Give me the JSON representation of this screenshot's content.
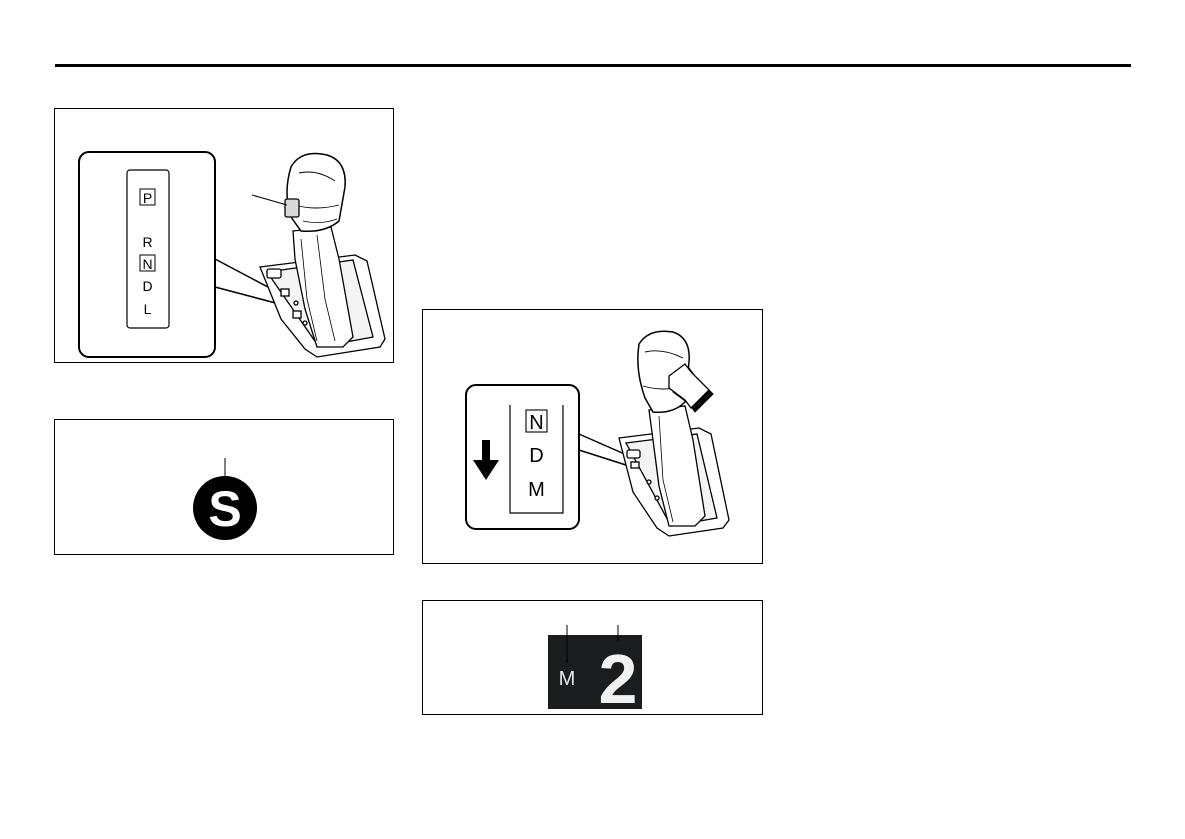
{
  "figure_selector": {
    "gate_labels": [
      "P",
      "R",
      "N",
      "D",
      "L"
    ],
    "boxed_labels": [
      "P",
      "N"
    ]
  },
  "figure_s_indicator": {
    "indicator_letter": "S"
  },
  "figure_manual": {
    "gate_labels": [
      "N",
      "D",
      "M"
    ],
    "boxed_labels": [
      "N"
    ]
  },
  "figure_gear_display": {
    "mode_letter": "M",
    "gear_number": "2"
  }
}
